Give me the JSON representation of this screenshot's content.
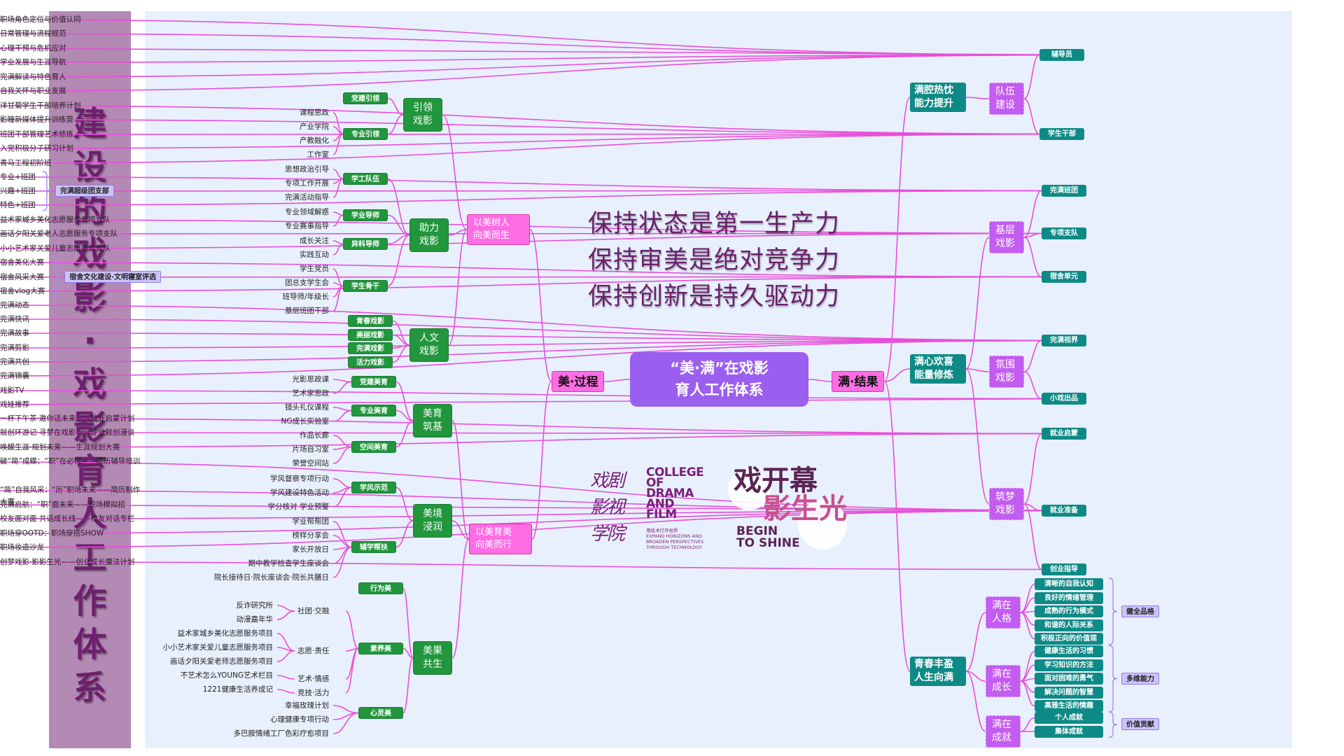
{
  "page_title": "建设的戏影·戏影育人工作体系",
  "sidebar_title_chars": [
    "建",
    "设",
    "的",
    "戏",
    "影",
    "·",
    "戏",
    "影",
    "育",
    "人",
    "工",
    "作",
    "体",
    "系"
  ],
  "root": {
    "line1": "“美·满”在戏影",
    "line2": "育人工作体系"
  },
  "slogans": [
    "保持状态是第一生产力",
    "保持审美是绝对竞争力",
    "保持创新是持久驱动力"
  ],
  "logo_college": {
    "cn": [
      "戏剧",
      "影视",
      "学院"
    ],
    "en": [
      "COLLEGE",
      "OF",
      "DRAMA",
      "AND",
      "FILM"
    ],
    "motto_cn": "用技术打开视界",
    "motto_en": [
      "EXPAND HORIZONS AND",
      "BROADEN PERSPECTIVES",
      "THROUGH TECHNOLOGY"
    ]
  },
  "logo_shine": {
    "cn_line1": "戏开幕",
    "cn_line2": "影生光",
    "en_line1": "BEGIN",
    "en_line2": "TO SHINE"
  },
  "left": {
    "branch": "美·过程",
    "groups": [
      {
        "label": [
          "以美树人",
          "向美而生"
        ],
        "subs": [
          {
            "label": [
              "引领",
              "戏影"
            ],
            "cats": [
              {
                "label": "党建引领",
                "items": []
              },
              {
                "label": "专业引领",
                "items": [
                  "课程思政",
                  "产业学院",
                  "产教融化",
                  "工作室"
                ]
              }
            ]
          },
          {
            "label": [
              "助力",
              "戏影"
            ],
            "cats": [
              {
                "label": "学工队伍",
                "items": [
                  "思想政治引导",
                  "专项工作开展",
                  "完满活动指导"
                ]
              },
              {
                "label": "学业导师",
                "items": [
                  "专业领域解惑",
                  "专业赛事指导"
                ]
              },
              {
                "label": "异科导师",
                "items": [
                  "成长关注",
                  "实践互动"
                ]
              },
              {
                "label": "学生骨干",
                "items": [
                  "学生党员",
                  "团总支学生会",
                  "班导师/年级长",
                  "基层班团干部"
                ]
              }
            ]
          },
          {
            "label": [
              "人文",
              "戏影"
            ],
            "cats": [
              {
                "label": "青春戏影",
                "items": []
              },
              {
                "label": "美丽戏影",
                "items": []
              },
              {
                "label": "完满戏影",
                "items": []
              },
              {
                "label": "活力戏影",
                "items": []
              }
            ]
          }
        ]
      },
      {
        "label": [
          "以美育美",
          "向美而行"
        ],
        "subs": [
          {
            "label": [
              "美育",
              "筑基"
            ],
            "cats": [
              {
                "label": "党建美育",
                "items": [
                  "光影思政课",
                  "艺术家思政"
                ]
              },
              {
                "label": "专业美育",
                "items": [
                  "镜头礼仪课程",
                  "NG成长实验室"
                ]
              },
              {
                "label": "空间美育",
                "items": [
                  "作品长廊",
                  "片场自习室",
                  "荣誉空间站"
                ]
              }
            ]
          },
          {
            "label": [
              "美境",
              "浸润"
            ],
            "cats": [
              {
                "label": "学风示范",
                "items": [
                  "学风督察专项行动",
                  "学风建设特色活动",
                  "学分核对 学业预警"
                ]
              },
              {
                "label": "辅学帮扶",
                "items": [
                  "学业帮帮团",
                  "榜样分享会",
                  "家长开放日",
                  "期中教学检查学生座谈会",
                  "院长接待日·院长座谈会·院长共膳日"
                ]
              }
            ]
          },
          {
            "label": [
              "美果",
              "共生"
            ],
            "cats": [
              {
                "label": "行为美",
                "items": []
              },
              {
                "label": "素养美",
                "subcats": [
                  {
                    "label": "社团·交融",
                    "items": [
                      "反诈研究所",
                      "动漫嘉年华"
                    ]
                  },
                  {
                    "label": "志愿·责任",
                    "items": [
                      "益术家城乡美化志愿服务项目",
                      "小小艺术家关爱儿童志愿服务项目",
                      "画话夕阳关爱老师志愿服务项目"
                    ]
                  },
                  {
                    "label": "艺术·情感",
                    "items": [
                      "不艺术怎么YOUNG艺术栏目"
                    ]
                  },
                  {
                    "label": "竞技·活力",
                    "items": [
                      "1221健康生活养成记"
                    ]
                  }
                ]
              },
              {
                "label": "心灵美",
                "items": [
                  "幸福玫瑰计划",
                  "心理健康专项行动",
                  "多巴胺情绪工厂色彩疗愈项目"
                ]
              }
            ]
          }
        ]
      }
    ]
  },
  "right": {
    "branch": "满·结果",
    "groups": [
      {
        "label": [
          "满腔热忱",
          "能力提升"
        ],
        "subs": [
          {
            "label": [
              "队伍",
              "建设"
            ],
            "cats": [
              {
                "label": "辅导员",
                "items": [
                  "职场角色定位与价值认同",
                  "日常管理与流程规范",
                  "心理干预与危机应对",
                  "学业发展与生涯导航",
                  "完满解读与特色育人",
                  "自我关怀与职业发展"
                ]
              },
              {
                "label": "学生干部",
                "items": [
                  "洋甘菊学生干部培养计划",
                  "影瞳新媒体提升训练营",
                  "班团干部管理艺术修炼",
                  "入党积极分子研习计划",
                  "青马工程初阶班"
                ]
              }
            ]
          }
        ]
      },
      {
        "label": [
          "满心欢喜",
          "能量修炼"
        ],
        "subs": [
          {
            "label": [
              "基层",
              "戏影"
            ],
            "cats": [
              {
                "label": "完满班团",
                "items": [
                  "专业+班团",
                  "兴趣+班团",
                  "特色+班团"
                ],
                "note": "完满超级团支部"
              },
              {
                "label": "专项支队",
                "items": [
                  "益术家城乡美化志愿服务专项支队",
                  "画话夕阳关爱老人志愿服务专项支队",
                  "小小艺术家关爱儿童志愿服务支队"
                ]
              },
              {
                "label": "宿舍单元",
                "items": [
                  "宿舍美化大赛",
                  "宿舍风采大赛",
                  "宿舍vlog大赛"
                ],
                "note": "宿舍文化建设·文明寝室评选"
              }
            ]
          },
          {
            "label": [
              "氛围",
              "戏影"
            ],
            "cats": [
              {
                "label": "完满视界",
                "items": [
                  "完满动态",
                  "完满快讯",
                  "完满故事",
                  "完满剪影",
                  "完满共创",
                  "完满锦囊"
                ]
              },
              {
                "label": "小戏出品",
                "items": [
                  "戏影TV",
                  "戏娃推荐"
                ]
              }
            ]
          },
          {
            "label": [
              "筑梦",
              "戏影"
            ],
            "cats": [
              {
                "label": "就业启蒙",
                "items": [
                  "一杯下午茶·邀你话未来——就业启蒙计划",
                  "就创环游记·寻梦在戏影——专业就创漫谈",
                  "唤醒生涯·规划未来——生涯规划大赛"
                ]
              },
              {
                "label": "就业准备",
                "items": [
                  "破“简”成蝶：“职”在必得——简历辅导培训",
                  "“简”自我风采：“历”职场未来——简历制作大赛",
                  "完满启航：“职”面未来——职场模拟招",
                  "校友面对面·共话成长线——校友对话专栏",
                  "职场穿OOTD：职场穿搭SHOW",
                  "职场妆造沙龙"
                ]
              },
              {
                "label": "创业指导",
                "items": [
                  "创梦戏影·影影生光——创业成长魔法计划"
                ]
              }
            ]
          }
        ]
      },
      {
        "label": [
          "青春丰盈",
          "人生向满"
        ],
        "subs": [
          {
            "label": [
              "满在",
              "人格"
            ],
            "boxes": [
              "清晰的自我认知",
              "良好的情绪管理",
              "成熟的行为模式",
              "和谐的人际关系",
              "积极正向的价值观"
            ],
            "note": "健全品格"
          },
          {
            "label": [
              "满在",
              "成长"
            ],
            "boxes": [
              "健康生活的习惯",
              "学习知识的方法",
              "面对困难的勇气",
              "解决问题的智慧",
              "高雅生活的情趣"
            ],
            "note": "多维能力"
          },
          {
            "label": [
              "满在",
              "成就"
            ],
            "boxes": [
              "个人成就",
              "集体成就"
            ],
            "note": "价值贡献"
          }
        ]
      }
    ]
  }
}
